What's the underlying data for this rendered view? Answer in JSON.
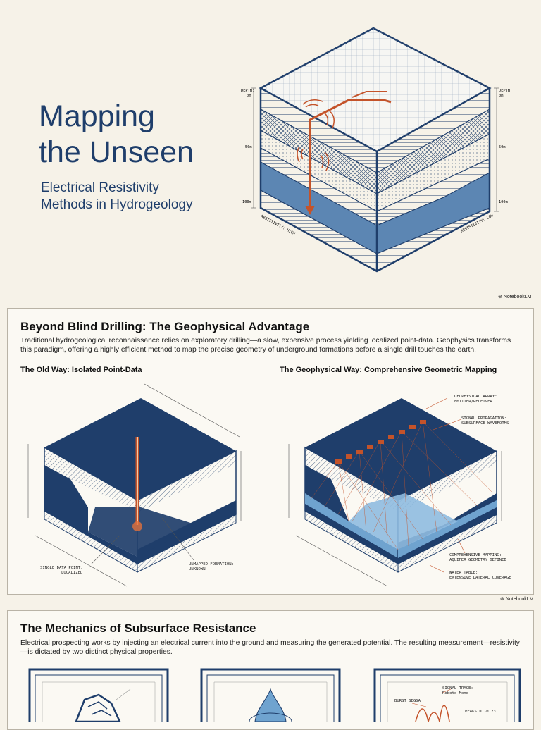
{
  "hero": {
    "title_line1": "Mapping",
    "title_line2": "the Unseen",
    "subtitle_line1": "Electrical Resistivity",
    "subtitle_line2": "Methods in Hydrogeology",
    "depth_left_top": "DEPTH:",
    "depth_left_top2": "0m",
    "depth_right_top": "DEPTH:",
    "depth_right_top2": "0m",
    "depth_left_mid": "50m",
    "depth_right_mid": "50m",
    "depth_left_bot": "100m",
    "depth_right_bot": "100m",
    "resistivity_high": "RESISTIVITY: HIGH",
    "resistivity_low": "RESISTIVITY: LOW"
  },
  "branding": {
    "notebooklm": "NotebookLM"
  },
  "section1": {
    "title": "Beyond Blind Drilling: The Geophysical Advantage",
    "body": "Traditional hydrogeological reconnaissance relies on exploratory drilling—a slow, expensive process yielding localized point-data. Geophysics transforms this paradigm, offering a highly efficient method to map the precise geometry of underground formations before a single drill touches the earth.",
    "left_heading": "The Old Way: Isolated Point-Data",
    "right_heading": "The Geophysical Way: Comprehensive Geometric Mapping",
    "callout_single_1": "SINGLE DATA POINT:",
    "callout_single_2": "LOCALIZED",
    "callout_unmapped_1": "UNMAPPED FORMATION:",
    "callout_unmapped_2": "UNKNOWN",
    "callout_array_1": "GEOPHYSICAL ARRAY:",
    "callout_array_2": "EMITTER/RECEIVER",
    "callout_signal_1": "SIGNAL PROPAGATION:",
    "callout_signal_2": "SUBSURFACE WAVEFORMS",
    "callout_mapping_1": "COMPREHENSIVE MAPPING:",
    "callout_mapping_2": "AQUIFER GEOMETRY DEFINED",
    "callout_water_1": "WATER TABLE:",
    "callout_water_2": "EXTENSIVE LATERAL COVERAGE"
  },
  "section2": {
    "title": "The Mechanics of Subsurface Resistance",
    "body": "Electrical prospecting works by injecting an electrical current into the ground and measuring the generated potential. The resulting measurement—resistivity—is dictated by two distinct physical properties.",
    "signal_trace_1": "SIGNAL TRACE:",
    "signal_trace_2": "Roboto Mono",
    "burst_label": "BURST SEGGA",
    "peaks_label": "PEAKS = -0.23"
  },
  "colors": {
    "navy": "#1f3e6b",
    "accent": "#c4532a",
    "water": "#6fa3cf",
    "paper": "#f6f2e8"
  }
}
